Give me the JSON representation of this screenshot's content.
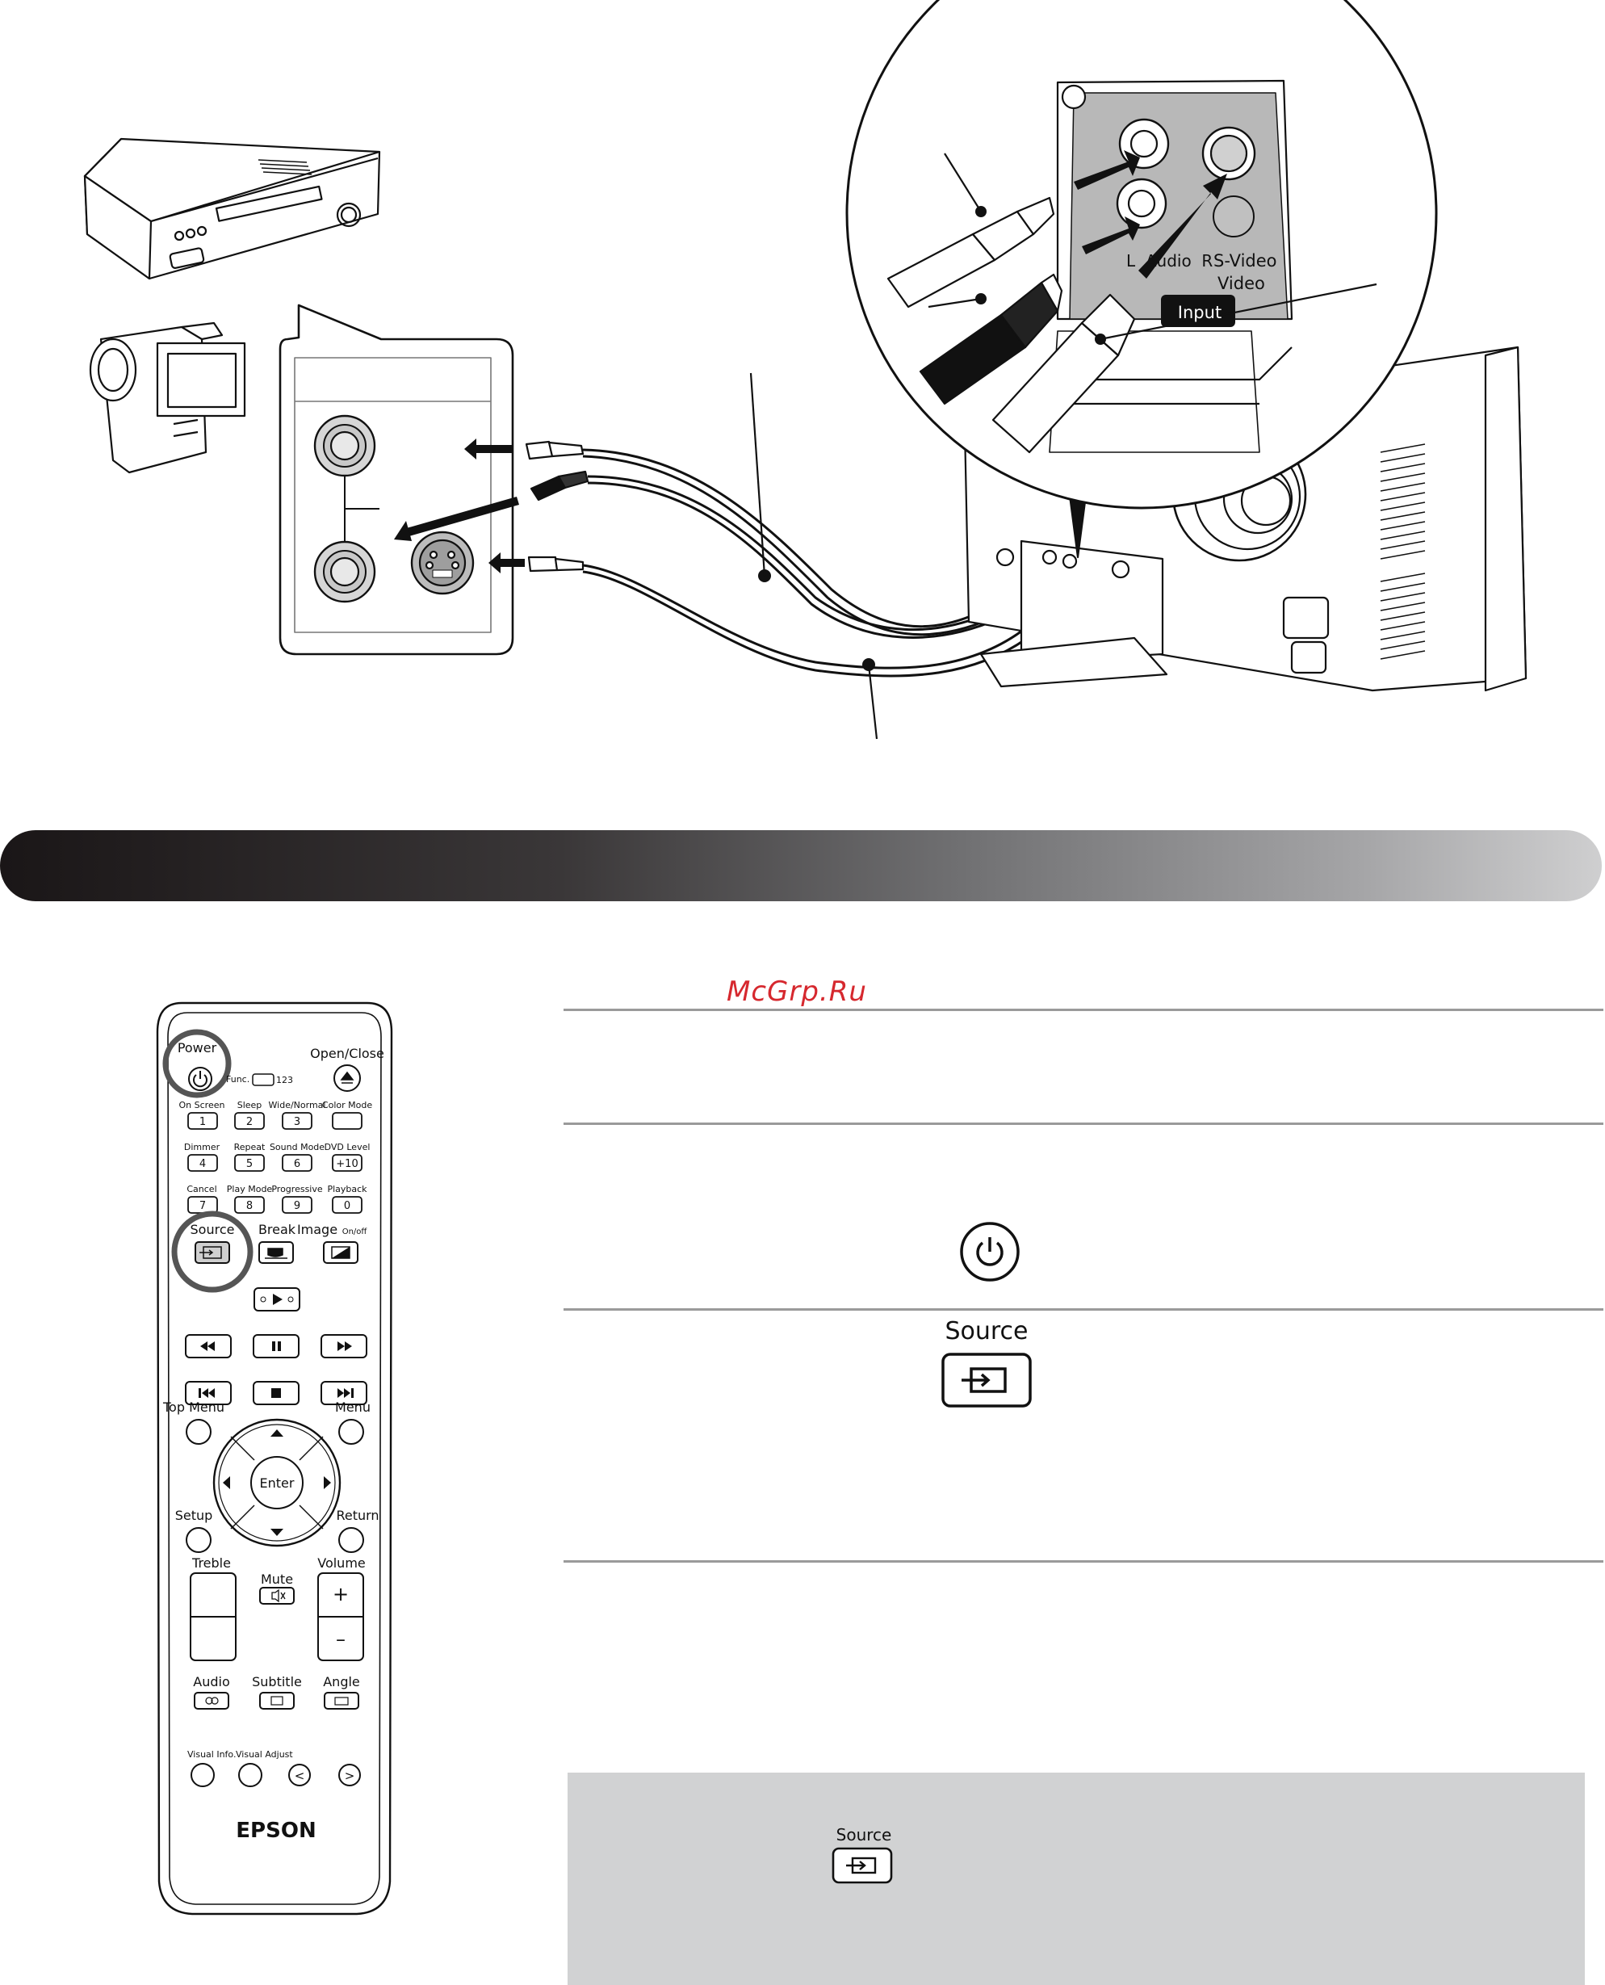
{
  "diagram": {
    "panel_labels": {
      "input": "Input",
      "s_video": "S-Video",
      "video": "Video",
      "audio_lr": "L  Audio  R"
    }
  },
  "remote": {
    "brand": "EPSON",
    "labels": {
      "power": "Power",
      "open_close": "Open/Close",
      "func": "Func.",
      "num123": "123",
      "on_screen": "On Screen",
      "sleep": "Sleep",
      "wide_normal": "Wide/Normal",
      "color_mode": "Color Mode",
      "dimmer": "Dimmer",
      "repeat": "Repeat",
      "sound_mode": "Sound Mode",
      "dvd_level": "DVD Level",
      "cancel": "Cancel",
      "play_mode": "Play Mode",
      "progressive": "Progressive",
      "playback": "Playback",
      "source": "Source",
      "break": "Break",
      "image": "Image",
      "on_off": "On/off",
      "top_menu": "Top Menu",
      "menu": "Menu",
      "enter": "Enter",
      "setup": "Setup",
      "return": "Return",
      "treble": "Treble",
      "mute": "Mute",
      "volume": "Volume",
      "plus": "+",
      "minus": "–",
      "audio": "Audio",
      "subtitle": "Subtitle",
      "angle": "Angle",
      "visual_info": "Visual Info.",
      "visual_adjust": "Visual Adjust",
      "lt": "<",
      "gt": ">"
    },
    "numkeys": [
      "1",
      "2",
      "3",
      "4",
      "5",
      "6",
      "+10",
      "7",
      "8",
      "9",
      "0"
    ]
  },
  "watermark": "McGrp.Ru",
  "steps": {
    "source_label": "Source",
    "note_source_label": "Source"
  }
}
